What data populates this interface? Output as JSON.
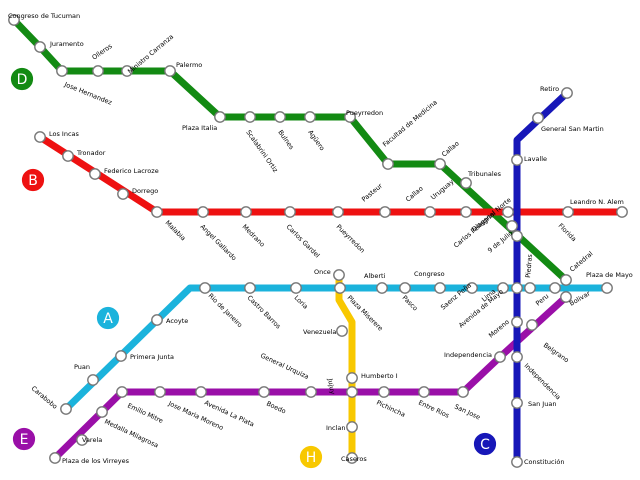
{
  "map": {
    "lines": [
      {
        "id": "D",
        "color": "#138a13",
        "label_color": "#ffffff",
        "stations": [
          "Congreso de Tucuman",
          "Juramento",
          "Jose Hernandez",
          "Olleros",
          "Ministro Carranza",
          "Palermo",
          "Plaza Italia",
          "Scalabrini Ortiz",
          "Bulnes",
          "Agüero",
          "Pueyrredon",
          "Facultad de Medicina",
          "Callao",
          "Tribunales",
          "9 de Julio",
          "Catedral"
        ]
      },
      {
        "id": "B",
        "color": "#ee1111",
        "label_color": "#ffffff",
        "stations": [
          "Los Incas",
          "Tronador",
          "Federico Lacroze",
          "Dorrego",
          "Malabia",
          "Angel Gallardo",
          "Medrano",
          "Carlos Gardel",
          "Pueyrredon",
          "Pasteur",
          "Callao",
          "Uruguay",
          "Carlos Pellegrini",
          "Florida",
          "Leandro N. Alem"
        ]
      },
      {
        "id": "A",
        "color": "#1bb3dc",
        "label_color": "#ffffff",
        "stations": [
          "Carabobo",
          "Puan",
          "Primera Junta",
          "Acoyte",
          "Rio de Janeiro",
          "Castro Barros",
          "Loria",
          "Plaza Miserere",
          "Alberti",
          "Pasco",
          "Congreso",
          "Saenz Peña",
          "Lima",
          "Piedras",
          "Peru",
          "Plaza de Mayo"
        ]
      },
      {
        "id": "E",
        "color": "#9a0fa8",
        "label_color": "#ffffff",
        "stations": [
          "Plaza de los Virreyes",
          "Varela",
          "Medalla Milagrosa",
          "Emilio Mitre",
          "Jose Maria Moreno",
          "Avenida La Plata",
          "Boedo",
          "General Urquiza",
          "Jujuy",
          "Pichincha",
          "Entre Rios",
          "San Jose",
          "Independencia",
          "Belgrano",
          "Bolivar"
        ]
      },
      {
        "id": "C",
        "color": "#1717b8",
        "label_color": "#ffffff",
        "stations": [
          "Retiro",
          "General San Martin",
          "Lavalle",
          "Diagonal Norte",
          "Avenida de Mayo",
          "Moreno",
          "Independencia",
          "San Juan",
          "Constitución"
        ]
      },
      {
        "id": "H",
        "color": "#f8c800",
        "label_color": "#000000",
        "stations": [
          "Once",
          "Venezuela",
          "Humberto I",
          "Inclan",
          "Caseros"
        ]
      }
    ]
  }
}
